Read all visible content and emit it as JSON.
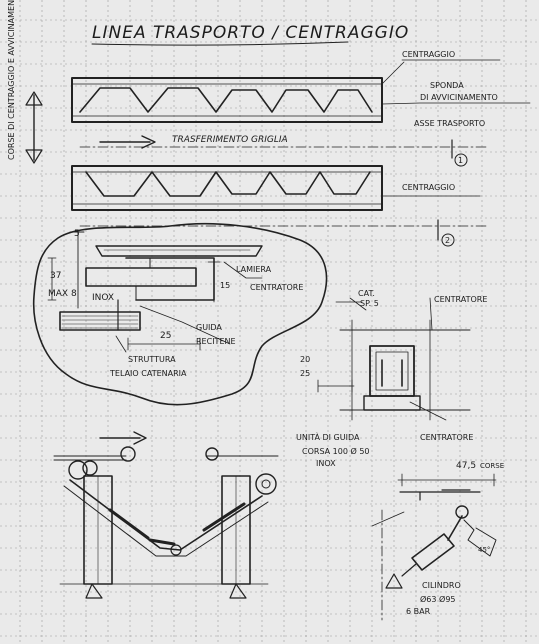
{
  "title": "LINEA TRASPORTO / CENTRAGGIO",
  "side_note": "CORSE DI CENTRAGGIO E AVVICINAMENTO",
  "labels": {
    "centraggio_top": "CENTRAGGIO",
    "sponda": "SPONDA",
    "avvicinamento": "DI AVVICINAMENTO",
    "asse_trasporto": "ASSE TRASPORTO",
    "conveyor_text": "TRASFERIMENTO GRIGLIA",
    "cl1": "1",
    "centraggio_bottom": "CENTRAGGIO",
    "cl2": "2",
    "dim_5": "5",
    "dim_37": "37",
    "dim_max8": "MAX 8",
    "inox": "INOX",
    "dim_15": "15",
    "dim_25": "25",
    "lamiera": "LAMIERA",
    "centratore": "CENTRATORE",
    "guida": "GUIDA",
    "recitene": "RECITENE",
    "struttura": "STRUTTURA",
    "telaio": "TELAIO CATENARIA",
    "sp5": "SP. 5",
    "cat": "CAT.",
    "centratore_r": "CENTRATORE",
    "dim_20": "20",
    "dim_25b": "25",
    "unita": "UNITÀ DI GUIDA",
    "corsa": "CORSA 100 Ø 50",
    "inox2": "INOX",
    "centratore_r2": "CENTRATORE",
    "dim_475": "47,5",
    "corsa2": "CORSE",
    "dim_45": "45°",
    "cilindro": "CILINDRO",
    "cil_spec": "Ø63 Ø95",
    "bar": "6 BAR"
  }
}
